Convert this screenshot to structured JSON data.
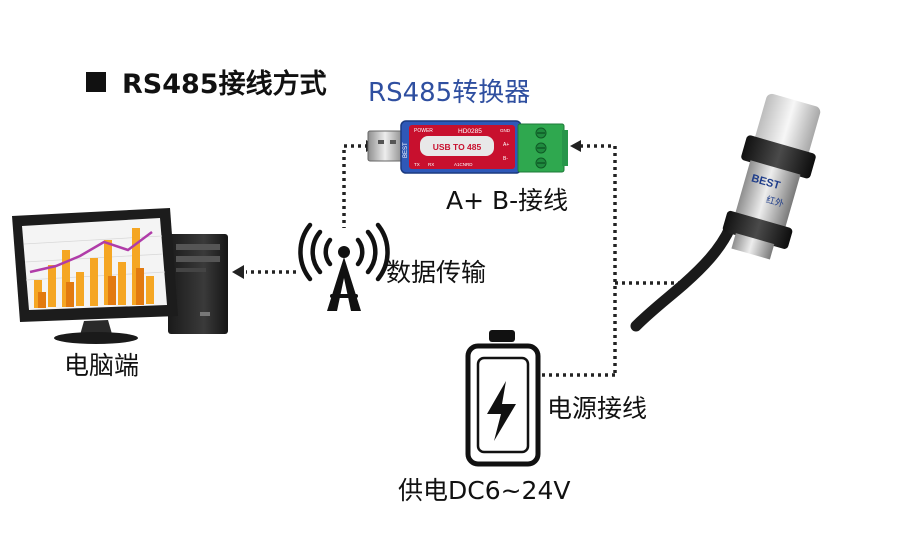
{
  "title": "RS485接线方式",
  "converter": {
    "name": "RS485转换器",
    "top_label": "POWER",
    "model": "HD0285",
    "screen_text": "USB TO 485",
    "side_text": "BEST",
    "gnd_label": "GND",
    "a_label": "A+",
    "b_label": "B-",
    "tx_label": "TX",
    "rx_label": "RX",
    "bottom_label": "A1CNRD"
  },
  "labels": {
    "ab_wiring": "A+ B-接线",
    "data_transfer": "数据传输",
    "computer": "电脑端",
    "power_wiring": "电源接线",
    "power_supply": "供电DC6~24V"
  },
  "sensor": {
    "brand": "BEST",
    "mark": "红外"
  },
  "colors": {
    "accent_blue": "#2f4fa0",
    "converter_red": "#c8102e",
    "terminal_green": "#2fa84f",
    "bar_orange": "#f5a623",
    "line_magenta": "#b03ca8"
  }
}
